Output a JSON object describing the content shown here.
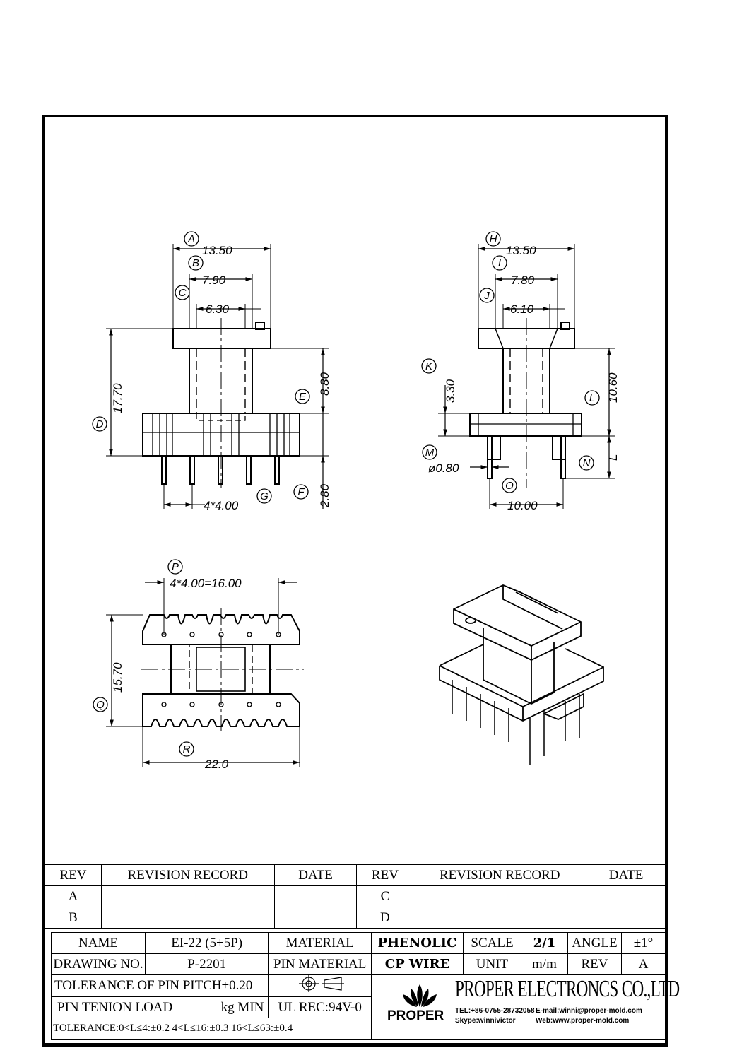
{
  "views": {
    "side_view": {
      "dims": {
        "a": "13.50",
        "b": "7.90",
        "c": "6.30",
        "d": "17.70",
        "e": "8.80",
        "f": "2.80",
        "g": "4*4.00"
      }
    },
    "end_view": {
      "dims": {
        "h": "13.50",
        "i": "7.80",
        "j": "6.10",
        "k": "3.30",
        "l": "10.60",
        "m": "ø0.80",
        "n": "L",
        "o": "10.00"
      }
    },
    "top_view": {
      "dims": {
        "p": "4*4.00=16.00",
        "q": "15.70",
        "r": "22.0"
      }
    },
    "callouts": [
      "A",
      "B",
      "C",
      "D",
      "E",
      "F",
      "G",
      "H",
      "I",
      "J",
      "K",
      "L",
      "M",
      "N",
      "O",
      "P",
      "Q",
      "R"
    ]
  },
  "revision_table": {
    "headers": [
      "REV",
      "REVISION RECORD",
      "DATE",
      "REV",
      "REVISION RECORD",
      "DATE"
    ],
    "rows": [
      [
        "A",
        "",
        "",
        "C",
        "",
        ""
      ],
      [
        "B",
        "",
        "",
        "D",
        "",
        ""
      ]
    ]
  },
  "title_block": {
    "name_label": "NAME",
    "name_value": "EI-22 (5+5P)",
    "material_label": "MATERIAL",
    "material_value": "PHENOLIC",
    "scale_label": "SCALE",
    "scale_value": "2/1",
    "angle_label": "ANGLE",
    "angle_value": "±1°",
    "drawing_no_label": "DRAWING NO.",
    "drawing_no_value": "P-2201",
    "pin_material_label": "PIN MATERIAL",
    "pin_material_value": "CP WIRE",
    "unit_label": "UNIT",
    "unit_value": "m/m",
    "rev_label": "REV",
    "rev_value": "A",
    "tolerance_pin_pitch": "TOLERANCE OF PIN PITCH±0.20",
    "pin_tenion_label": "PIN TENION LOAD",
    "pin_tenion_unit": "kg MIN",
    "ul_rec": "UL REC:94V-0",
    "tolerance_general": "TOLERANCE:0<L≤4:±0.2  4<L≤16:±0.3  16<L≤63:±0.4"
  },
  "company": {
    "logo_text": "PROPER",
    "name": "PROPER ELECTRONCS CO.,LTD",
    "tel": "TEL:+86-0755-28732058",
    "email": "E-mail:winni@proper-mold.com",
    "skype": "Skype:winnivictor",
    "web": "Web:www.proper-mold.com"
  }
}
